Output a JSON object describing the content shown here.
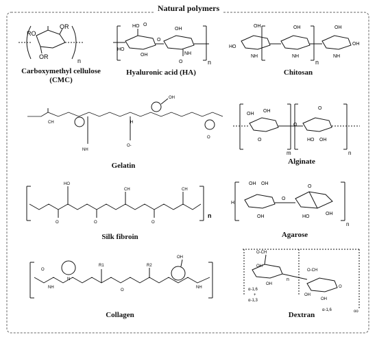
{
  "title": "Natural polymers",
  "labels": {
    "cmc_line1": "Carboxymethyl cellulose",
    "cmc_line2": "(CMC)",
    "ha": "Hyaluronic acid (HA)",
    "chitosan": "Chitosan",
    "gelatin": "Gelatin",
    "alginate": "Alginate",
    "silk": "Silk fibroin",
    "agarose": "Agarose",
    "collagen": "Collagen",
    "dextran": "Dextran"
  },
  "chem": {
    "ro": "RO",
    "or": "OR",
    "n": "n",
    "m": "m",
    "ho": "HO",
    "oh": "OH",
    "nh2": "NH",
    "o": "O",
    "nh": "NH",
    "h": "H",
    "ch3": "CH",
    "r1": "R1",
    "r2": "R2",
    "n_atom": "N",
    "a16": "α-1,6",
    "a13": "α-1,3",
    "plus": "+",
    "och2": "O-CH",
    "oo": "oo",
    "nh_nh2": "NH",
    "o_minus": "O-"
  }
}
